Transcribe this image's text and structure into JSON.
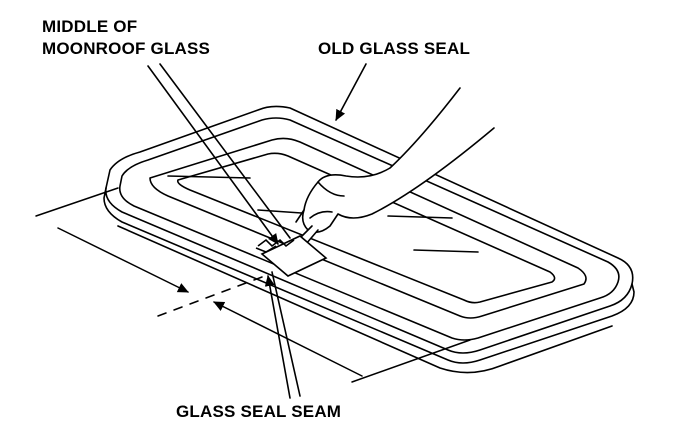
{
  "labels": {
    "middle_of_glass_line1": "MIDDLE OF",
    "middle_of_glass_line2": "MOONROOF GLASS",
    "old_glass_seal": "OLD GLASS SEAL",
    "glass_seal_seam": "GLASS SEAL SEAM"
  },
  "colors": {
    "ink": "#000000",
    "background": "#ffffff"
  }
}
